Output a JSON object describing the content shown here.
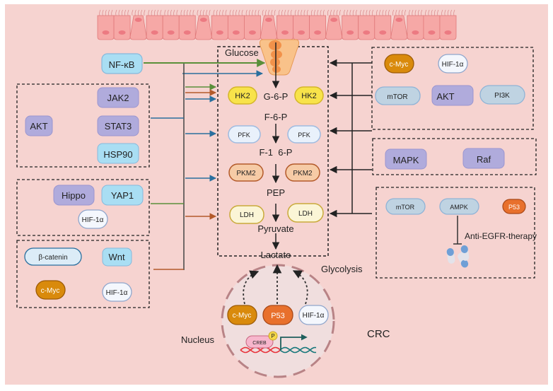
{
  "title_labels": {
    "glucose": "Glucose",
    "glycolysis": "Glycolysis",
    "nucleus": "Nucleus",
    "crc": "CRC",
    "therapy": "Anti-EGFR-therapy"
  },
  "metabolites": [
    "G-6-P",
    "F-6-P",
    "F-1  6-P",
    "PEP",
    "Pyruvate",
    "Lactate"
  ],
  "enzymes": {
    "hk2_left": "HK2",
    "hk2_right": "HK2",
    "pfk_left": "PFK",
    "pfk_right": "PFK",
    "pkm2_left": "PKM2",
    "pkm2_right": "PKM2",
    "ldh_left": "LDH",
    "ldh_right": "LDH"
  },
  "left": {
    "nfkb": "NF-κB",
    "group1": {
      "akt": "AKT",
      "jak2": "JAK2",
      "stat3": "STAT3",
      "hsp90": "HSP90"
    },
    "group2": {
      "hippo": "Hippo",
      "yap1": "YAP1",
      "hif": "HIF-1α"
    },
    "group3": {
      "bcatenin": "β-catenin",
      "wnt": "Wnt",
      "cmyc": "c-Myc",
      "hif": "HIF-1α"
    }
  },
  "right": {
    "group1": {
      "cmyc": "c-Myc",
      "hif": "HIF-1α",
      "mtor": "mTOR",
      "akt": "AKT",
      "pi3k": "PI3K"
    },
    "group2": {
      "mapk": "MAPK",
      "raf": "Raf"
    },
    "group3": {
      "mtor": "mTOR",
      "ampk": "AMPK",
      "p53": "P53"
    }
  },
  "nucleus": {
    "cmyc": "c-Myc",
    "p53": "P53",
    "hif": "HIF-1α",
    "creb": "CREB",
    "phospho": "P"
  },
  "colors": {
    "background": "#f6d3d0",
    "green_arrow": "#5a8f3a",
    "blue_arrow": "#2a6f9e",
    "orange_arrow": "#b35a2a",
    "purple_node": "#b0abdc",
    "lightblue_node": "#a9def3",
    "yellow_node": "#f8e34a",
    "cmyc": "#d98a0c",
    "p53": "#e8702c"
  }
}
